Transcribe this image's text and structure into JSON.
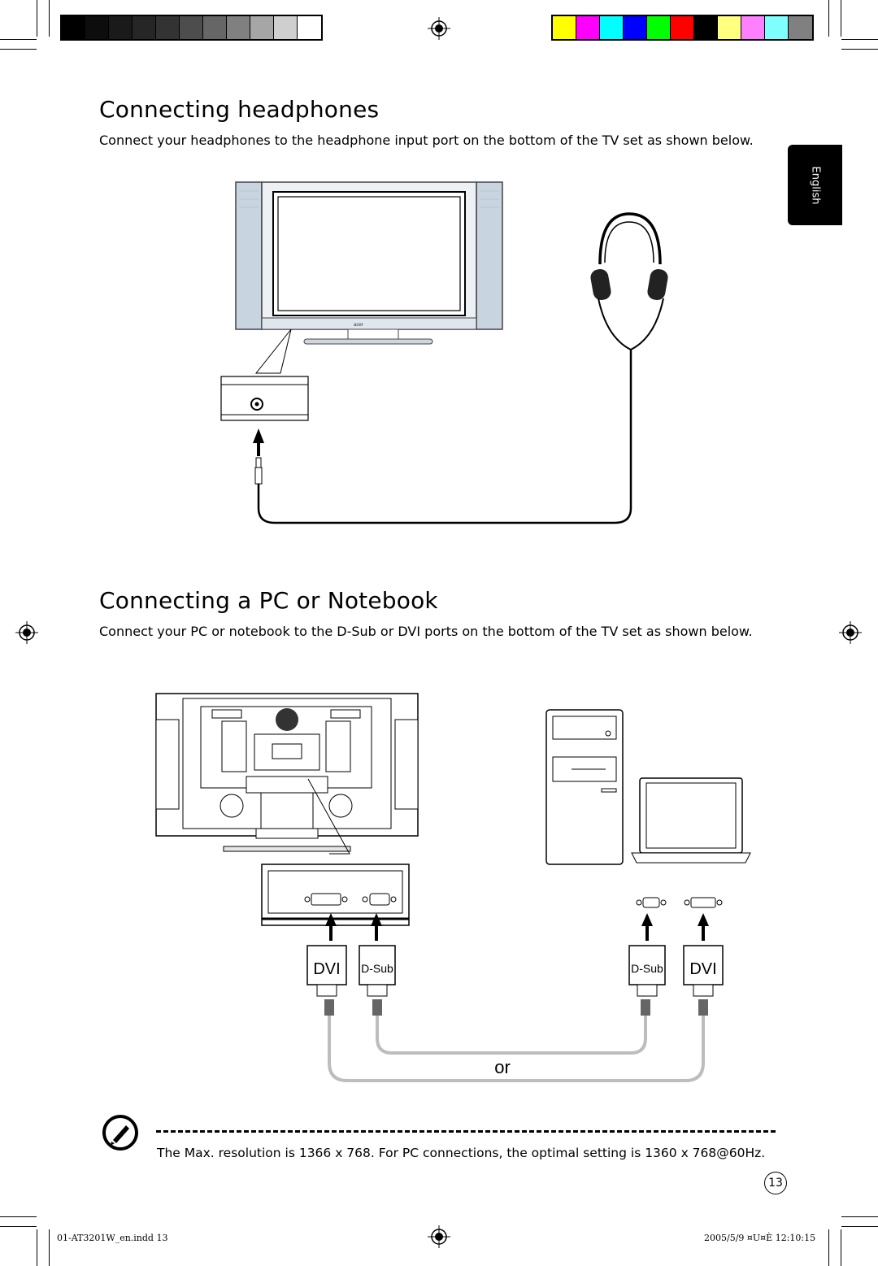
{
  "color_bar": {
    "grays": [
      "#000000",
      "#0d0d0d",
      "#1a1a1a",
      "#262626",
      "#333333",
      "#4d4d4d",
      "#666666",
      "#808080",
      "#a6a6a6",
      "#cfcfcf",
      "#ffffff"
    ],
    "colors": [
      "#ffff00",
      "#ff00ff",
      "#00ffff",
      "#0000ff",
      "#00ff00",
      "#ff0000",
      "#000000",
      "#ffff80",
      "#ff80ff",
      "#80ffff",
      "#808080"
    ]
  },
  "language_tab": "English",
  "section_headphones": {
    "title": "Connecting headphones",
    "description": "Connect your headphones to the headphone input port on the bottom of the TV set as shown below."
  },
  "section_pc": {
    "title": "Connecting a PC or Notebook",
    "description": "Connect your PC or notebook to the D-Sub or DVI ports on the bottom of the TV set as shown below.",
    "label_dvi": "DVI",
    "label_dsub": "D-Sub",
    "label_or": "or"
  },
  "note": {
    "text": "The Max. resolution is 1366 x 768. For PC connections, the optimal setting is 1360 x 768@60Hz."
  },
  "page_number": "13",
  "footer": {
    "left": "01-AT3201W_en.indd   13",
    "right": "2005/5/9   ¤U¤È 12:10:15"
  }
}
